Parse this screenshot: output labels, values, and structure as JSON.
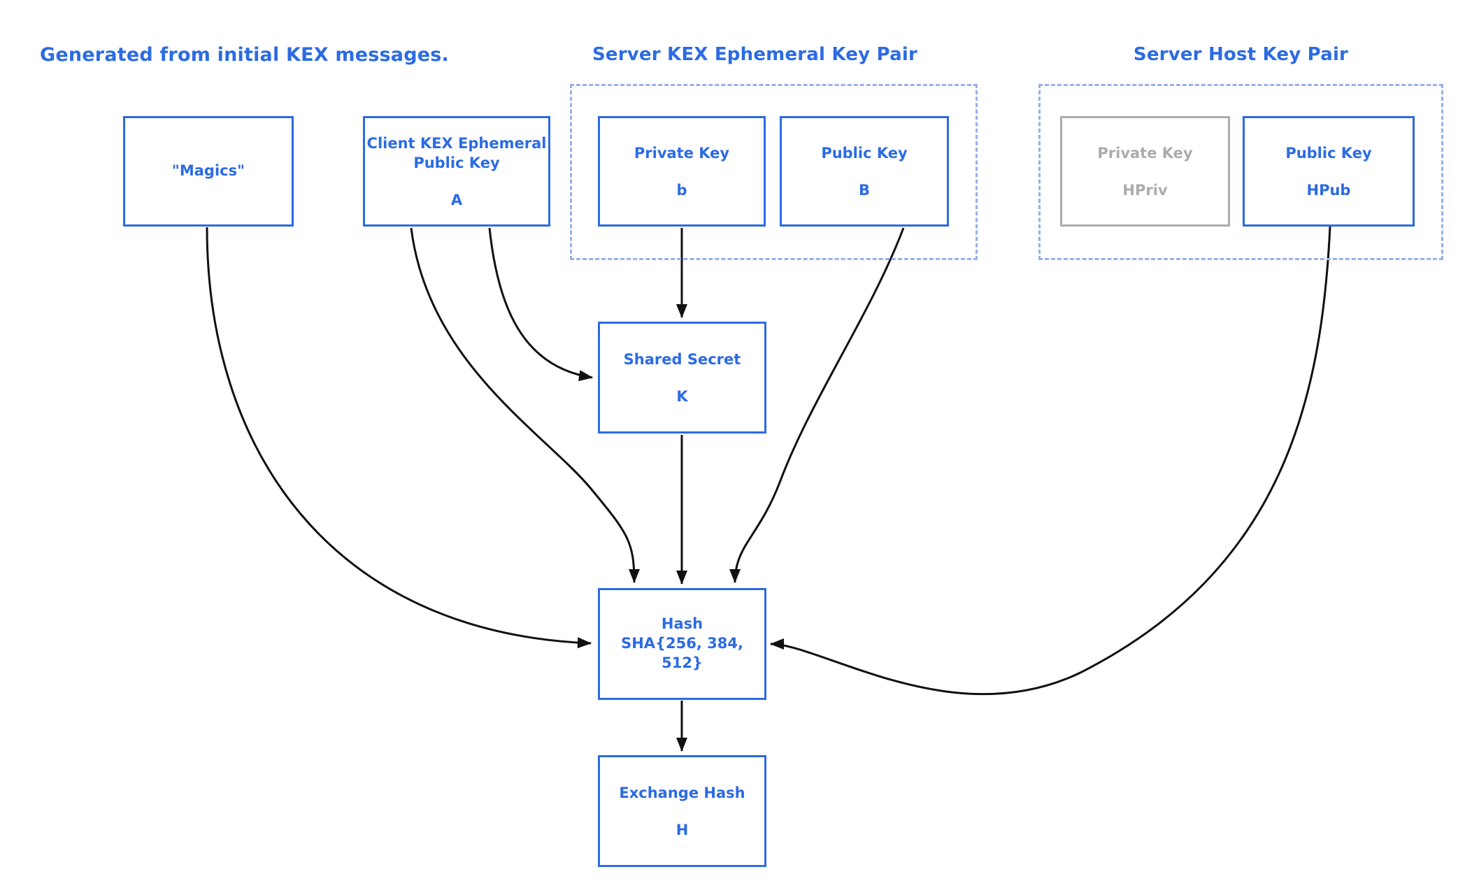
{
  "colors": {
    "accent_blue": "#2c6be2",
    "dashed_border_blue": "#97b1ea",
    "disabled_gray": "#acacac",
    "arrow_black": "#111111",
    "background": "#ffffff"
  },
  "headings": {
    "kex_messages": "Generated from initial KEX messages.",
    "server_kex_pair": "Server KEX Ephemeral Key Pair",
    "server_host_pair": "Server Host Key Pair"
  },
  "nodes": {
    "magics": {
      "label": "\"Magics\""
    },
    "client_kex": {
      "label": "Client KEX Ephemeral\nPublic Key",
      "symbol": "A"
    },
    "server_priv": {
      "label": "Private Key",
      "symbol": "b"
    },
    "server_pub": {
      "label": "Public Key",
      "symbol": "B"
    },
    "host_priv": {
      "label": "Private Key",
      "symbol": "HPriv"
    },
    "host_pub": {
      "label": "Public Key",
      "symbol": "HPub"
    },
    "shared_secret": {
      "label": "Shared Secret",
      "symbol": "K"
    },
    "hash": {
      "label": "Hash\nSHA{256, 384, 512}"
    },
    "exchange_hash": {
      "label": "Exchange Hash",
      "symbol": "H"
    }
  },
  "edges": [
    {
      "from": "magics",
      "to": "hash"
    },
    {
      "from": "client_kex",
      "to": "hash"
    },
    {
      "from": "client_kex",
      "to": "shared_secret"
    },
    {
      "from": "server_priv",
      "to": "shared_secret"
    },
    {
      "from": "shared_secret",
      "to": "hash"
    },
    {
      "from": "server_pub",
      "to": "hash"
    },
    {
      "from": "host_pub",
      "to": "hash"
    },
    {
      "from": "hash",
      "to": "exchange_hash"
    }
  ]
}
